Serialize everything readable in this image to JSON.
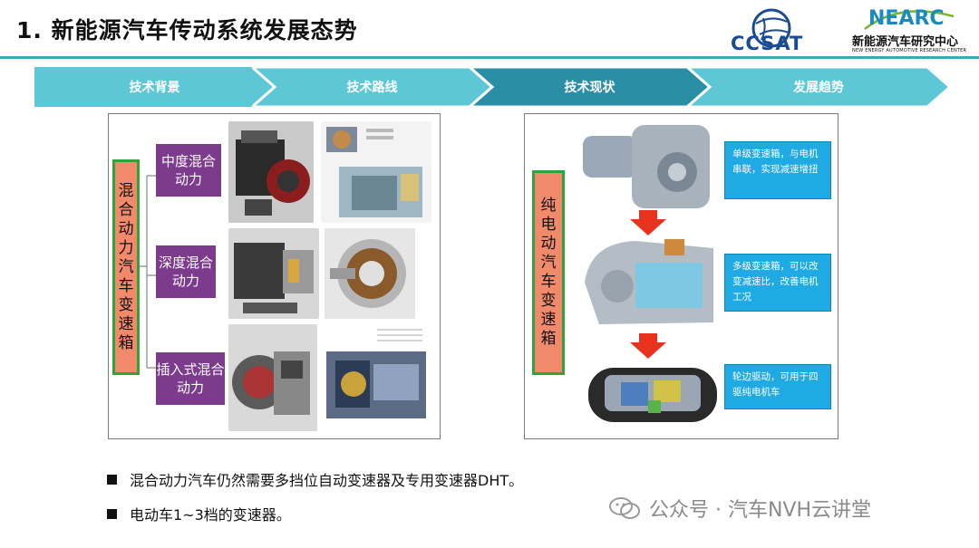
{
  "header": {
    "title": "1. 新能源汽车传动系统发展态势",
    "logo_ccsat_text": "CCSAT",
    "logo_nearc_mark": "NEARC",
    "logo_nearc_cn": "新能源汽车研究中心",
    "logo_nearc_en": "NEW ENERGY AUTOMOTIVE RESEARCH CENTER"
  },
  "steps": [
    {
      "label": "技术背景",
      "color": "#5ec7d6"
    },
    {
      "label": "技术路线",
      "color": "#5ec7d6"
    },
    {
      "label": "技术现状",
      "color": "#2a8fa5"
    },
    {
      "label": "发展趋势",
      "color": "#5ec7d6"
    }
  ],
  "left_panel": {
    "vertical_label": "混合动力汽车变速箱",
    "categories": [
      "中度混合动力",
      "深度混合动力",
      "插入式混合动力"
    ]
  },
  "right_panel": {
    "vertical_label": "纯电动汽车变速箱",
    "callouts": [
      "单级变速箱，与电机串联，实现减速增扭",
      "多级变速箱，可以改变减速比，改善电机工况",
      "轮边驱动，可用于四驱纯电机车"
    ]
  },
  "bullets": [
    "混合动力汽车仍然需要多挡位自动变速器及专用变速器DHT。",
    "电动车1~3档的变速器。"
  ],
  "watermark": "公众号 · 汽车NVH云讲堂",
  "colors": {
    "accent": "#3aa8b5",
    "step_light": "#5ec7d6",
    "step_dark": "#2a8fa5",
    "label_fill": "#f08a6b",
    "label_border": "#2fa43a",
    "purple": "#7d3b8d",
    "callout": "#1faae4",
    "arrow": "#e8321e"
  }
}
